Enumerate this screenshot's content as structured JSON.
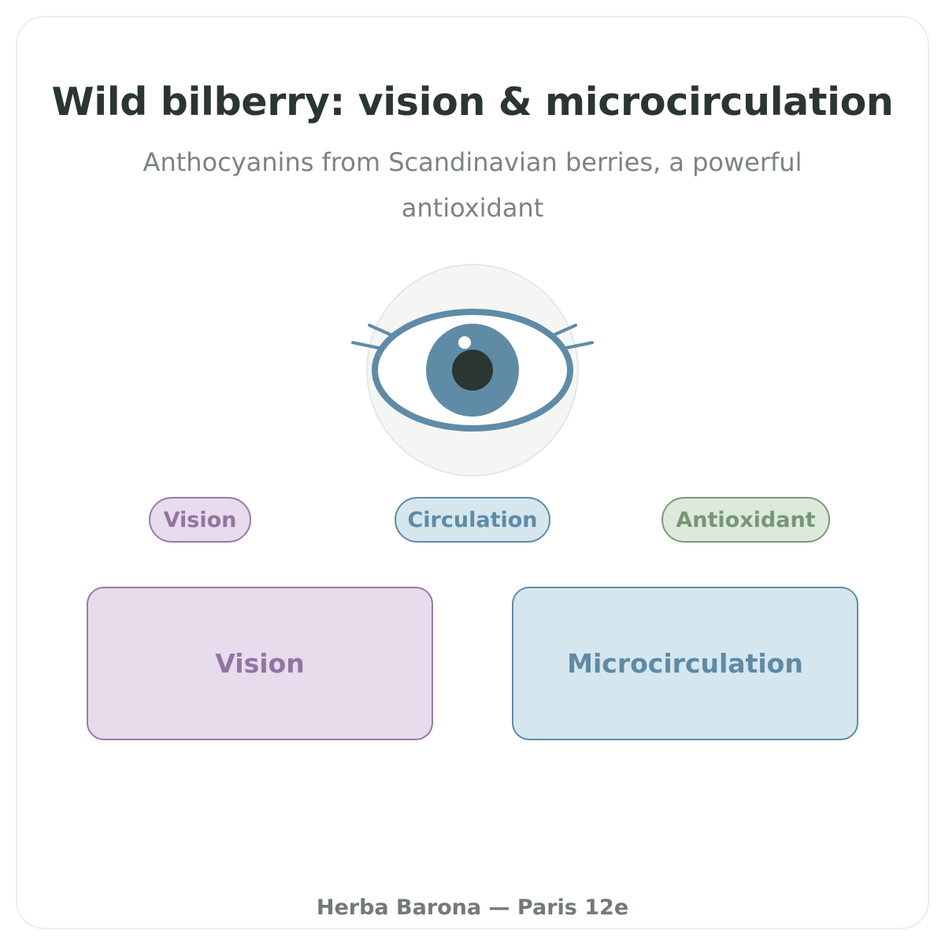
{
  "header": {
    "title": "Wild bilberry: vision & microcirculation",
    "subtitle": "Anthocyanins from Scandinavian berries, a powerful antioxidant"
  },
  "illustration": {
    "icon": "eye-icon"
  },
  "tags": [
    {
      "label": "Vision",
      "color": "#9474a4"
    },
    {
      "label": "Circulation",
      "color": "#5e8aa6"
    },
    {
      "label": "Antioxidant",
      "color": "#769776"
    }
  ],
  "benefits": [
    {
      "label": "Vision",
      "color": "#9474a4"
    },
    {
      "label": "Microcirculation",
      "color": "#5e8aa6"
    }
  ],
  "footer": {
    "text": "Herba Barona — Paris 12e"
  },
  "colors": {
    "title": "#2a3632",
    "subtitle": "#7b8480",
    "eye_blue": "#5f8ba7",
    "pupil": "#2a3632"
  }
}
